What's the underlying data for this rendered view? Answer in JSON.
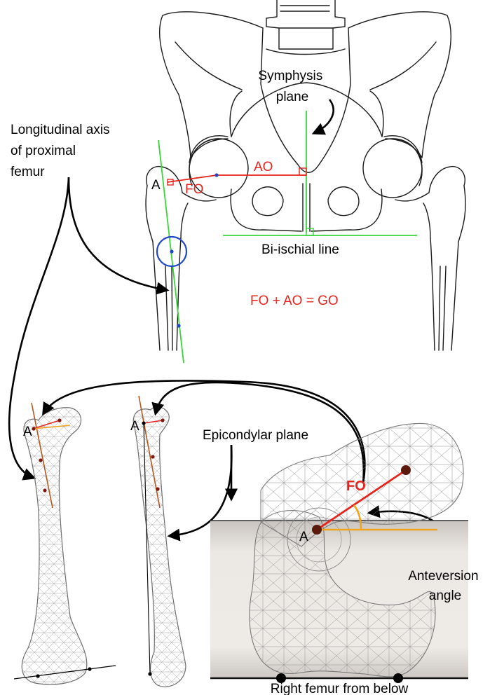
{
  "labels": {
    "symphysis_plane": [
      "Symphysis",
      "plane"
    ],
    "longitudinal_axis": [
      "Longitudinal axis",
      "of proximal",
      "femur"
    ],
    "point_a": "A",
    "fo": "FO",
    "ao": "AO",
    "bi_ischial_line": "Bi-ischial line",
    "equation": "FO + AO = GO",
    "epicondylar_plane": "Epicondylar plane",
    "anteversion_angle": [
      "Anteversion",
      "angle"
    ],
    "right_femur_from_below": "Right femur from below"
  },
  "colors": {
    "outline": "#1a1a1a",
    "reference_line": "#39d639",
    "offset_line": "#e8231c",
    "circle": "#2046c8",
    "shaft_axis": "#b5561f",
    "anteversion_line": "#f2a41b",
    "mesh": "#8f8f8f"
  }
}
